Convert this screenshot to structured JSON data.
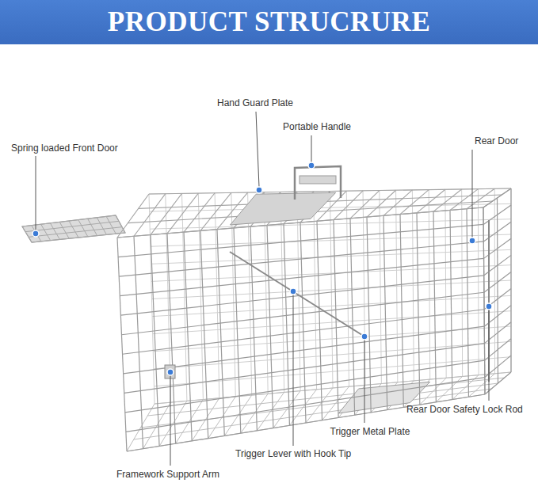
{
  "diagram": {
    "title": "PRODUCT STRUCRURE",
    "labels": [
      "Hand Guard Plate",
      "Portable Handle",
      "Spring loaded Front Door",
      "Rear Door",
      "Rear Door Safety Lock Rod",
      "Trigger Metal Plate",
      "Trigger Lever with Hook Tip",
      "Framework Support Arm"
    ]
  }
}
